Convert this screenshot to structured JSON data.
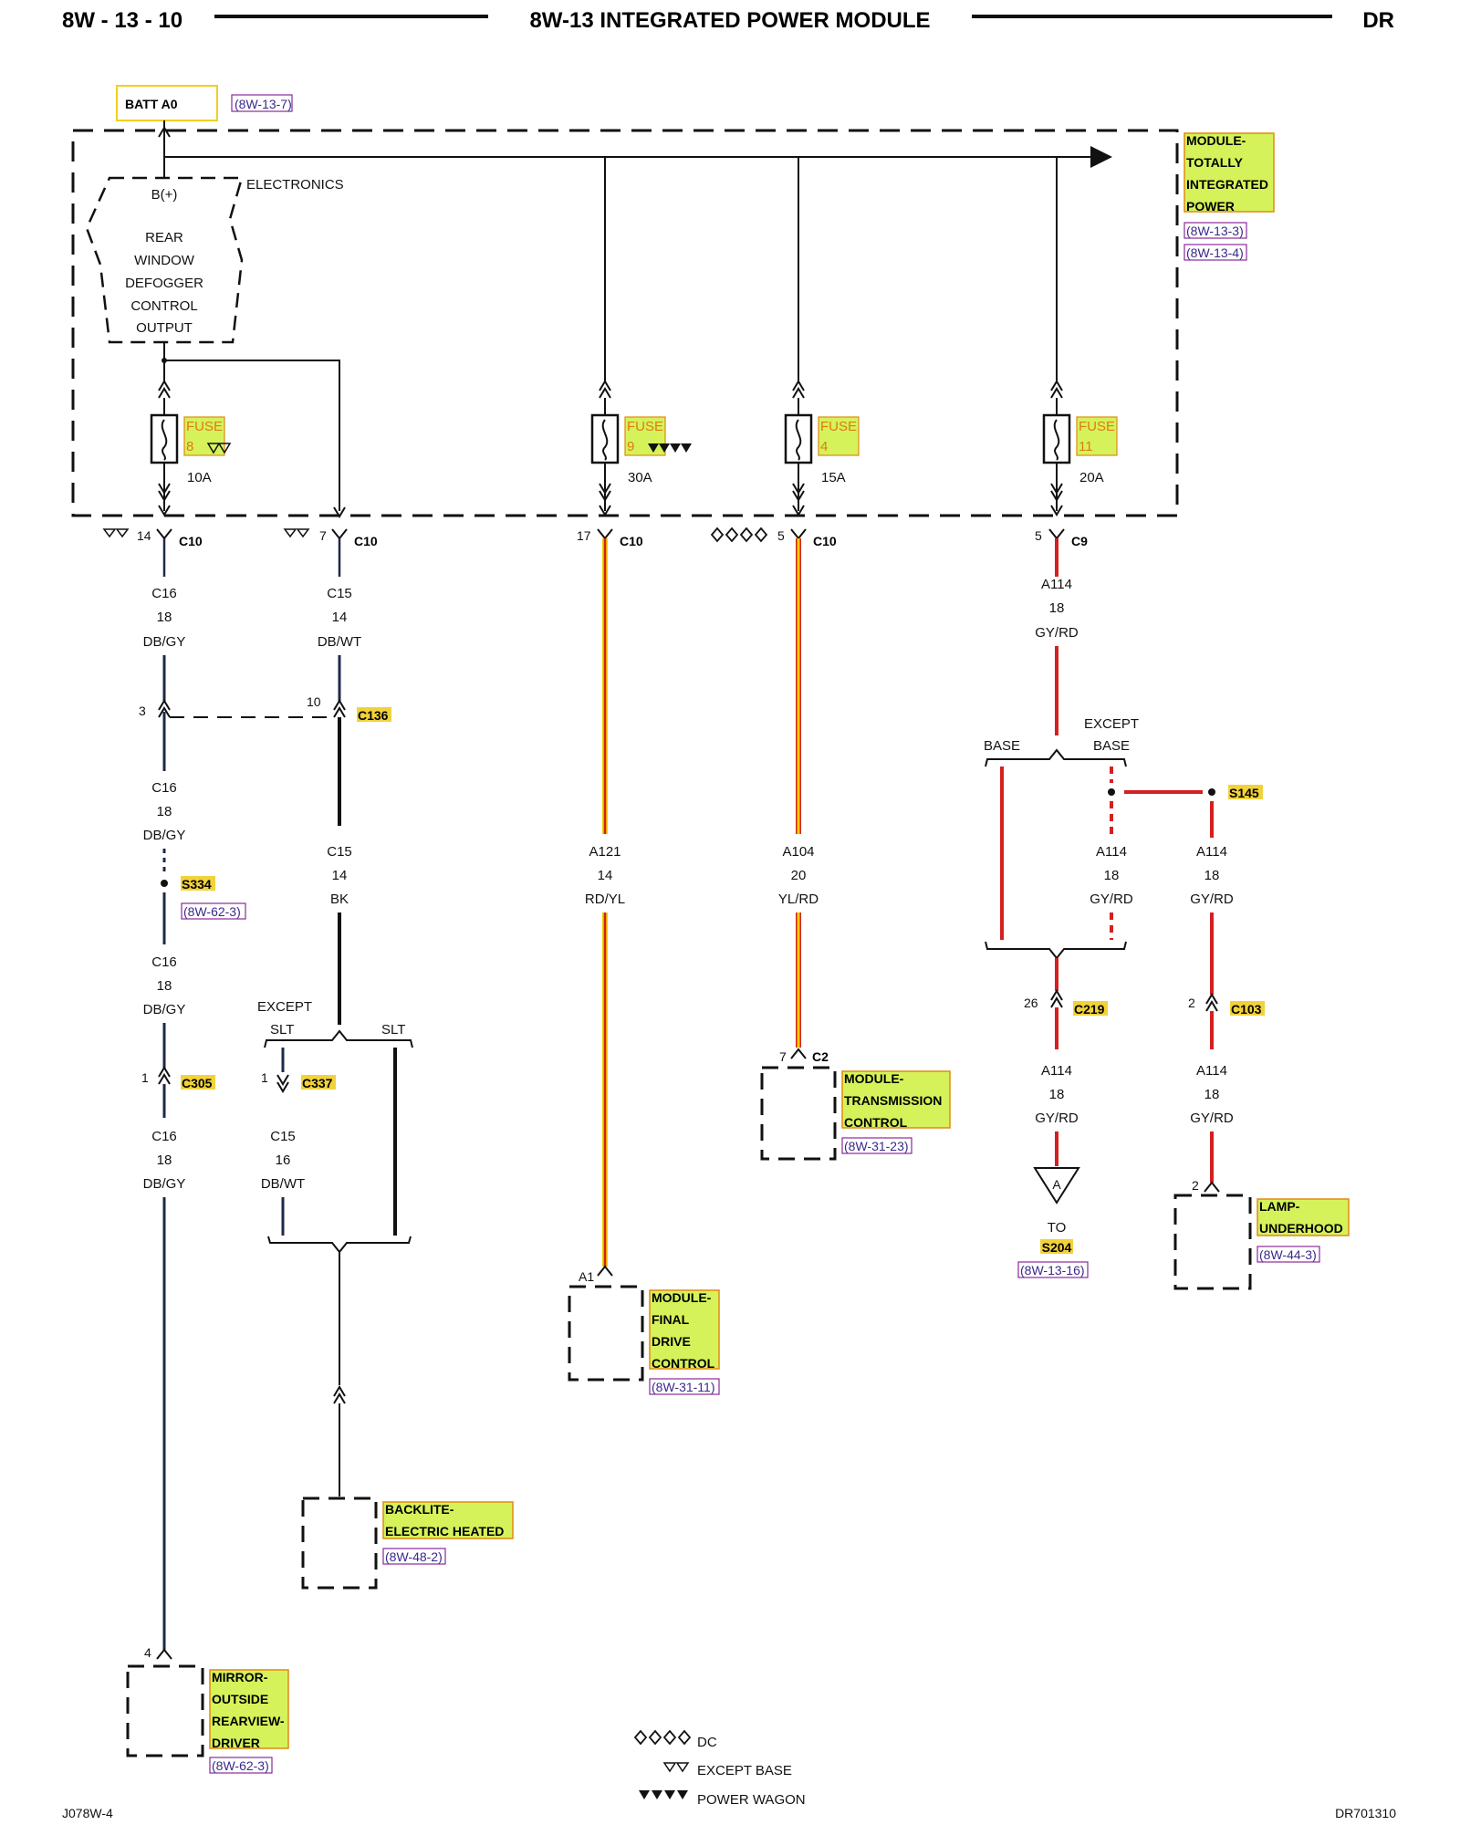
{
  "header": {
    "left": "8W - 13 - 10",
    "title": "8W-13 INTEGRATED POWER MODULE",
    "right": "DR"
  },
  "footer": {
    "left": "J078W-4",
    "right": "DR701310"
  },
  "batt": {
    "label": "BATT A0",
    "ref": "(8W-13-7)"
  },
  "module_tip": {
    "lines": [
      "MODULE-",
      "TOTALLY",
      "INTEGRATED",
      "POWER"
    ],
    "refs": [
      "(8W-13-3)",
      "(8W-13-4)"
    ]
  },
  "electronics": {
    "label": "ELECTRONICS",
    "bplus": "B(+)",
    "lines": [
      "REAR",
      "WINDOW",
      "DEFOGGER",
      "CONTROL",
      "OUTPUT"
    ]
  },
  "fuses": [
    {
      "word": "FUSE",
      "num": "8",
      "rating": "10A"
    },
    {
      "word": "FUSE",
      "num": "9",
      "rating": "30A"
    },
    {
      "word": "FUSE",
      "num": "4",
      "rating": "15A"
    },
    {
      "word": "FUSE",
      "num": "11",
      "rating": "20A"
    }
  ],
  "connectors_top": [
    {
      "pin": "14",
      "name": "C10"
    },
    {
      "pin": "7",
      "name": "C10"
    },
    {
      "pin": "17",
      "name": "C10"
    },
    {
      "pin": "5",
      "name": "C10"
    },
    {
      "pin": "5",
      "name": "C9"
    }
  ],
  "wires": {
    "w1a": [
      "C16",
      "18",
      "DB/GY"
    ],
    "w2a": [
      "C15",
      "14",
      "DB/WT"
    ],
    "w1b": [
      "C16",
      "18",
      "DB/GY"
    ],
    "w2b": [
      "C15",
      "14",
      "BK"
    ],
    "w3": [
      "A121",
      "14",
      "RD/YL"
    ],
    "w4": [
      "A104",
      "20",
      "YL/RD"
    ],
    "w5a": [
      "A114",
      "18",
      "GY/RD"
    ],
    "w1c": [
      "C16",
      "18",
      "DB/GY"
    ],
    "w1d": [
      "C16",
      "18",
      "DB/GY"
    ],
    "w2c": [
      "C15",
      "16",
      "DB/WT"
    ],
    "w6": [
      "A114",
      "18",
      "GY/RD"
    ],
    "w7": [
      "A114",
      "18",
      "GY/RD"
    ],
    "w5b": [
      "A114",
      "18",
      "GY/RD"
    ],
    "w7b": [
      "A114",
      "18",
      "GY/RD"
    ]
  },
  "splices": {
    "c136": {
      "pin_l": "3",
      "pin_r": "10",
      "name": "C136"
    },
    "s334": {
      "name": "S334",
      "ref": "(8W-62-3)"
    },
    "c305": {
      "pin": "1",
      "name": "C305"
    },
    "c337": {
      "pin": "1",
      "name": "C337"
    },
    "s145": {
      "name": "S145"
    },
    "c219": {
      "pin": "26",
      "name": "C219"
    },
    "c103": {
      "pin": "2",
      "name": "C103"
    },
    "c2": {
      "pin": "7",
      "name": "C2"
    }
  },
  "options": {
    "except_slt": "EXCEPT",
    "slt1": "SLT",
    "slt2": "SLT",
    "base": "BASE",
    "except_base1": "EXCEPT",
    "except_base2": "BASE"
  },
  "components": {
    "mirror": {
      "pin": "4",
      "lines": [
        "MIRROR-",
        "OUTSIDE",
        "REARVIEW-",
        "DRIVER"
      ],
      "ref": "(8W-62-3)"
    },
    "backlite": {
      "lines": [
        "BACKLITE-",
        "ELECTRIC HEATED"
      ],
      "ref": "(8W-48-2)"
    },
    "final_drive": {
      "pin": "A1",
      "lines": [
        "MODULE-",
        "FINAL",
        "DRIVE",
        "CONTROL"
      ],
      "ref": "(8W-31-11)"
    },
    "trans": {
      "lines": [
        "MODULE-",
        "TRANSMISSION",
        "CONTROL"
      ],
      "ref": "(8W-31-23)"
    },
    "lamp": {
      "pin": "2",
      "lines": [
        "LAMP-",
        "UNDERHOOD"
      ],
      "ref": "(8W-44-3)"
    },
    "s204": {
      "letter": "A",
      "to": "TO",
      "name": "S204",
      "ref": "(8W-13-16)"
    }
  },
  "legend": [
    {
      "label": "DC"
    },
    {
      "label": "EXCEPT BASE"
    },
    {
      "label": "POWER WAGON"
    }
  ],
  "colors": {
    "red": "#d42020",
    "yellow": "#f0d000",
    "dark_blue": "#1c2a4a",
    "black": "#111111",
    "tag_fill": "#d6f25a",
    "tag_border": "#e08a10"
  }
}
